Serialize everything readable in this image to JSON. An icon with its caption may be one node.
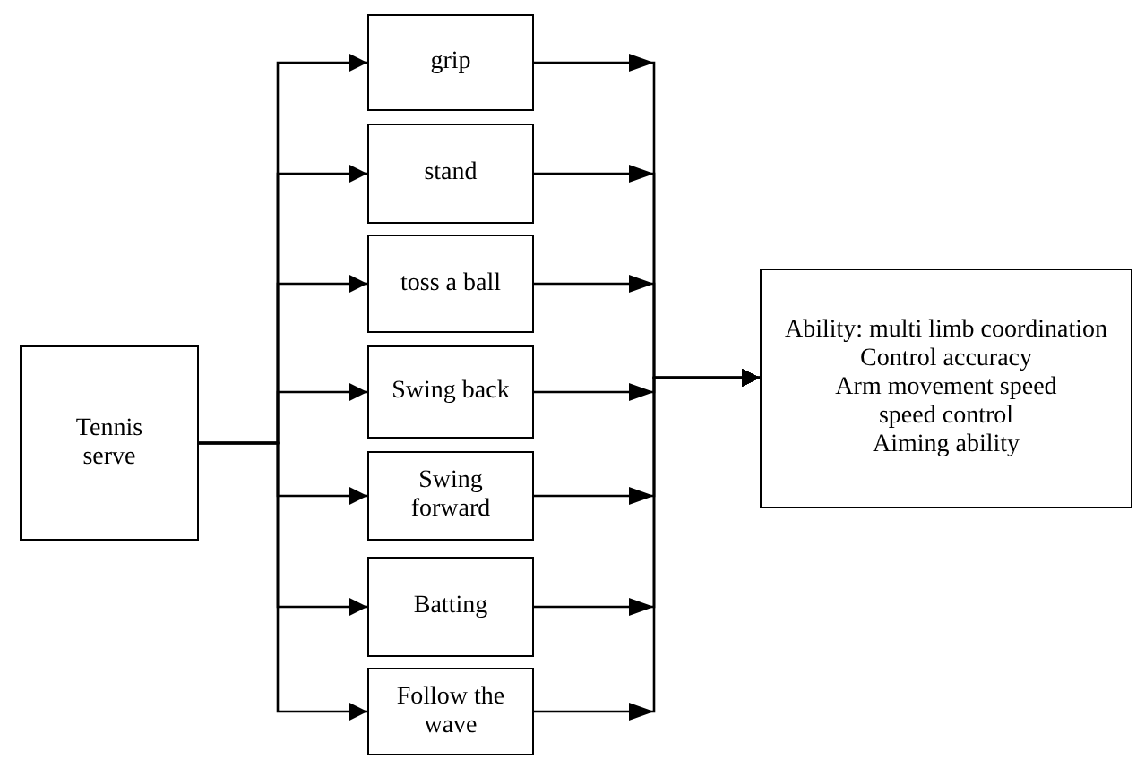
{
  "diagram": {
    "nodes": [
      {
        "text": [
          "Tennis serve"
        ]
      },
      {
        "text": [
          "grip"
        ]
      },
      {
        "text": [
          "stand"
        ]
      },
      {
        "text": [
          "toss a ball"
        ]
      },
      {
        "text": [
          "Swing back"
        ]
      },
      {
        "text": [
          "Swing forward"
        ]
      },
      {
        "text": [
          "Batting"
        ]
      },
      {
        "text": [
          "Follow the wave"
        ]
      },
      {
        "text": [
          "Ability: multi limb coordination",
          "Control accuracy",
          "Arm movement speed",
          "speed control",
          "Aiming ability"
        ]
      }
    ],
    "edges": [
      {
        "from": 0,
        "to": 1,
        "arrow": "to"
      },
      {
        "from": 0,
        "to": 2,
        "arrow": "to"
      },
      {
        "from": 0,
        "to": 3,
        "arrow": "to"
      },
      {
        "from": 0,
        "to": 4,
        "arrow": "to"
      },
      {
        "from": 0,
        "to": 5,
        "arrow": "to"
      },
      {
        "from": 0,
        "to": 6,
        "arrow": "to"
      },
      {
        "from": 0,
        "to": 7,
        "arrow": "to"
      },
      {
        "from": 1,
        "to": 8,
        "arrow": "to"
      },
      {
        "from": 2,
        "to": 8,
        "arrow": "to"
      },
      {
        "from": 3,
        "to": 8,
        "arrow": "to"
      },
      {
        "from": 4,
        "to": 8,
        "arrow": "to"
      },
      {
        "from": 5,
        "to": 8,
        "arrow": "to"
      },
      {
        "from": 6,
        "to": 8,
        "arrow": "to"
      },
      {
        "from": 7,
        "to": 8,
        "arrow": "to"
      }
    ]
  }
}
